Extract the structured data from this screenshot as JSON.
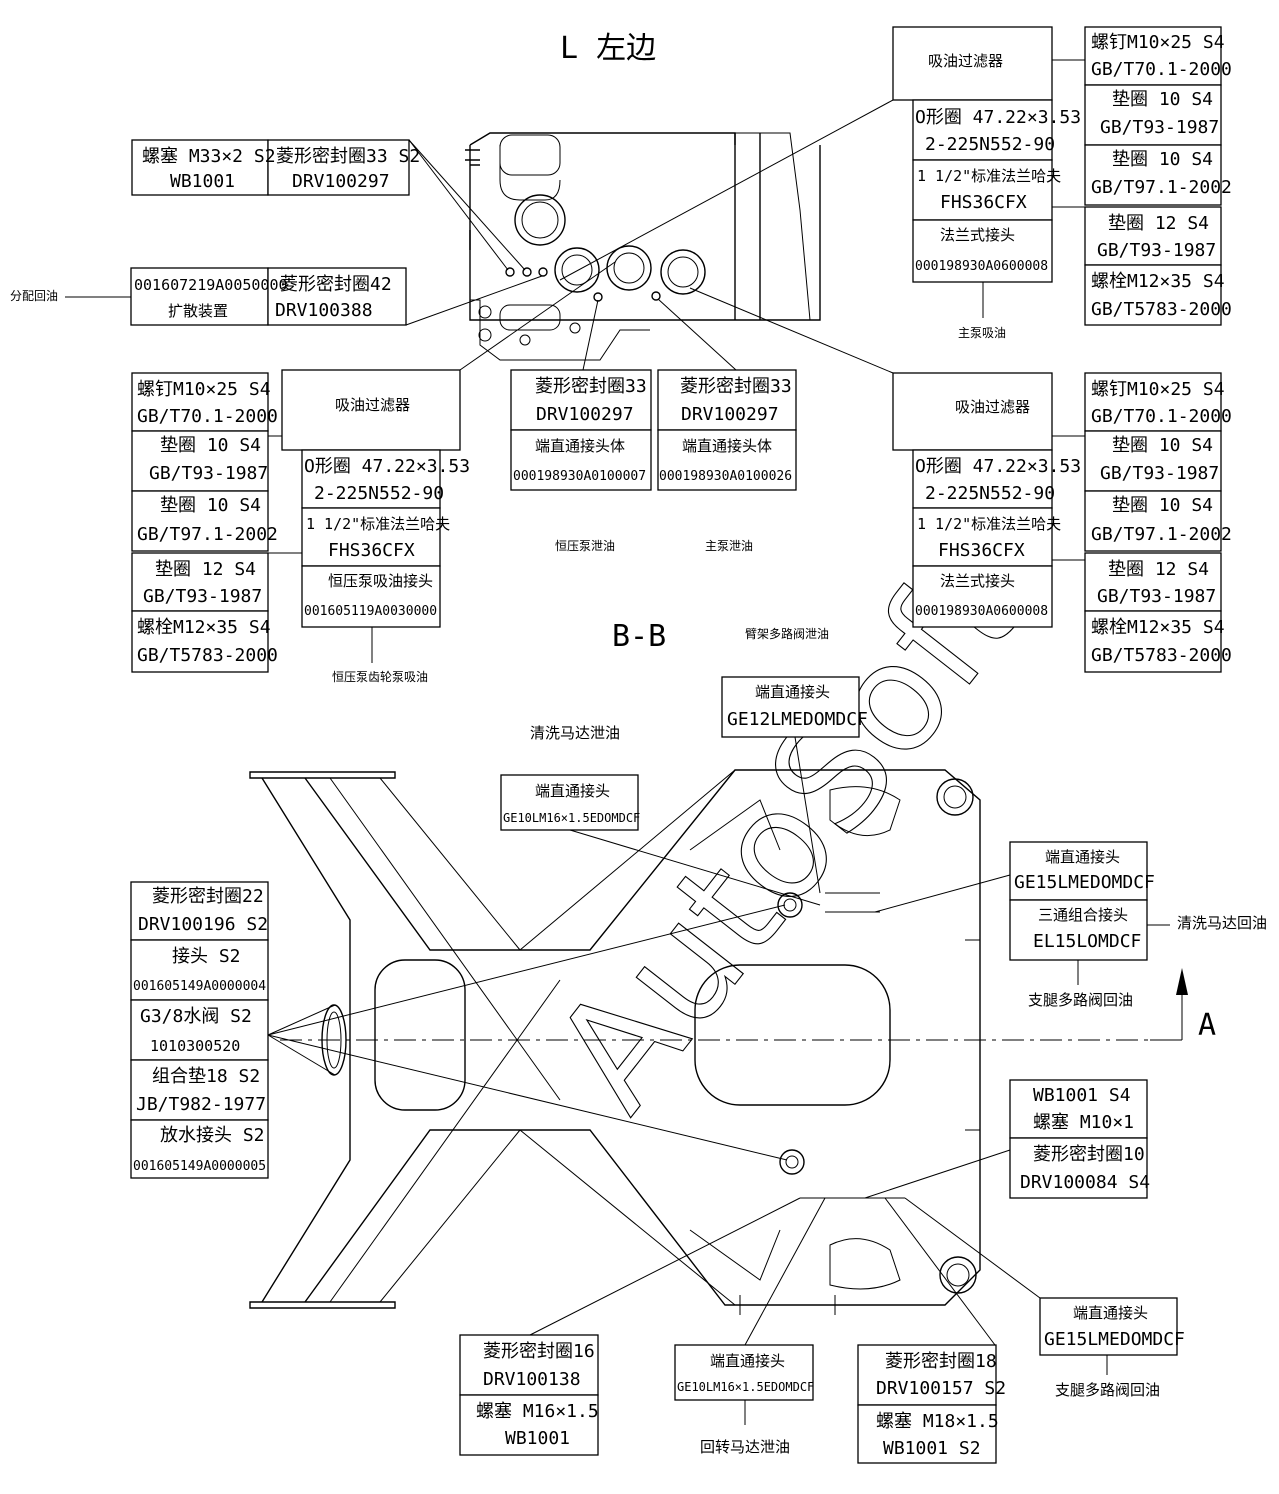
{
  "views": {
    "left_title": "L  左边",
    "section_title": "B-B",
    "arrow_label": "A",
    "watermark": "AutoSoft"
  },
  "top_view": {
    "plug_a": {
      "line1": "螺塞 M33×2 S2",
      "line2": "WB1001"
    },
    "seal_a": {
      "line1": "菱形密封圈33 S2",
      "line2": "DRV100297"
    },
    "diffuser": {
      "line1": "001607219A0050000",
      "line2": "扩散装置"
    },
    "seal_b": {
      "line1": "菱形密封圈42",
      "line2": "DRV100388"
    },
    "dist_return": "分配回油",
    "filter_title": "吸油过滤器",
    "oring_1": "O形圈 47.22×3.53",
    "oring_2": "2-225N552-90",
    "clamp_1": "1 1/2\"标准法兰哈夫",
    "clamp_2": "FHS36CFX",
    "flange_1": "法兰式接头",
    "flange_2": "000198930A0600008",
    "pump_inlet_1": "恒压泵吸油接头",
    "pump_inlet_2": "001605119A0030000",
    "screw_1": "螺钉M10×25  S4",
    "screw_2": "GB/T70.1-2000",
    "washer93_1": "垫圈 10  S4",
    "washer93_2": "GB/T93-1987",
    "washer97_1": "垫圈 10  S4",
    "washer97_2": "GB/T97.1-2002",
    "washer12_1": "垫圈 12  S4",
    "washer12_2": "GB/T93-1987",
    "bolt_1": "螺栓M12×35 S4",
    "bolt_2": "GB/T5783-2000",
    "main_pump_suction": "主泵吸油",
    "const_pump_suction": "恒压泵齿轮泵吸油",
    "seal33_1": "菱形密封圈33",
    "seal33_2": "DRV100297",
    "body_label": "端直通接头体",
    "body_code_1": "000198930A0100007",
    "body_code_2": "000198930A0100026",
    "const_drain": "恒压泵泄油",
    "main_drain": "主泵泄油"
  },
  "bb_view": {
    "arm_valve_drain": "臂架多路阀泄油",
    "union_label": "端直通接头",
    "ge12": "GE12LMEDOMDCF",
    "wash_motor_drain": "清洗马达泄油",
    "ge10_small": "GE10LM16×1.5EDOMDCF",
    "ge15_1": "GE15LMEDOMDCF",
    "tee_label": "三通组合接头",
    "el15": "EL15LOMDCF",
    "wash_motor_return": "清洗马达回油",
    "leg_valve_return": "支腿多路阀回油",
    "left_list": [
      "菱形密封圈22",
      "DRV100196 S2",
      "接头 S2",
      "001605149A0000004",
      "G3/8水阀 S2",
      "1010300520",
      "组合垫18 S2",
      "JB/T982-1977",
      "放水接头 S2",
      "001605149A0000005"
    ],
    "plug_m10_1": "WB1001 S4",
    "plug_m10_2": "螺塞 M10×1",
    "seal10_1": "菱形密封圈10",
    "seal10_2": "DRV100084 S4",
    "seal16_1": "菱形密封圈16",
    "seal16_2": "DRV100138",
    "plug16_1": "螺塞 M16×1.5",
    "plug16_2": "WB1001",
    "ge10": "GE10LM16×1.5EDOMDCF",
    "rotary_drain": "回转马达泄油",
    "seal18_1": "菱形密封圈18",
    "seal18_2": "DRV100157 S2",
    "plug18_1": "螺塞 M18×1.5",
    "plug18_2": "WB1001 S2",
    "ge15_2": "GE15LMEDOMDCF",
    "leg_valve_return_2": "支腿多路阀回油"
  }
}
